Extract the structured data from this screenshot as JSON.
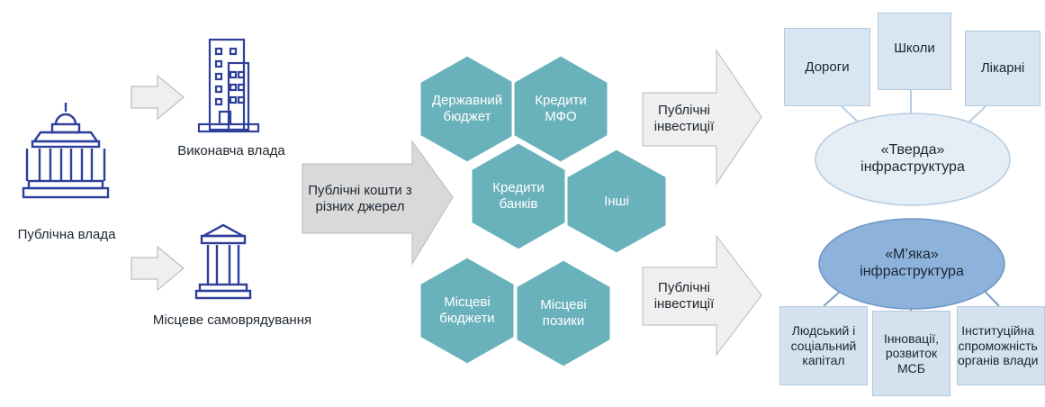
{
  "sources": {
    "public_authority": "Публічна влада",
    "executive": "Виконавча влада",
    "local_self_government": "Місцеве самоврядування"
  },
  "main_arrow": "Публічні кошти з\nрізних джерел",
  "hexagons": {
    "state_budget": "Державний\nбюджет",
    "mfo_loans": "Кредити\nМФО",
    "bank_loans": "Кредити\nбанків",
    "other": "Інші",
    "local_budgets": "Місцеві\nбюджети",
    "local_loans": "Місцеві\nпозики"
  },
  "investment_arrows": {
    "top": "Публічні\nінвестиції",
    "bottom": "Публічні\nінвестиції"
  },
  "hard_infrastructure": {
    "title": "«Тверда»\nінфраструктура",
    "items": [
      "Дороги",
      "Школи",
      "Лікарні"
    ]
  },
  "soft_infrastructure": {
    "title": "«М’яка»\nінфраструктура",
    "items": [
      "Людський і\nсоціальний\nкапітал",
      "Інновації,\nрозвиток\nМСБ",
      "Інституційна\nспроможність\nорганів влади"
    ]
  },
  "colors": {
    "hexagon": "#6ab2bb",
    "arrow": "#efefef",
    "main_arrow": "#d9d9d9",
    "icon": "#2d3f9a",
    "box": "#d7e6f2",
    "hard_ellipse": "#e3eef7",
    "soft_ellipse": "#8db3dd"
  }
}
